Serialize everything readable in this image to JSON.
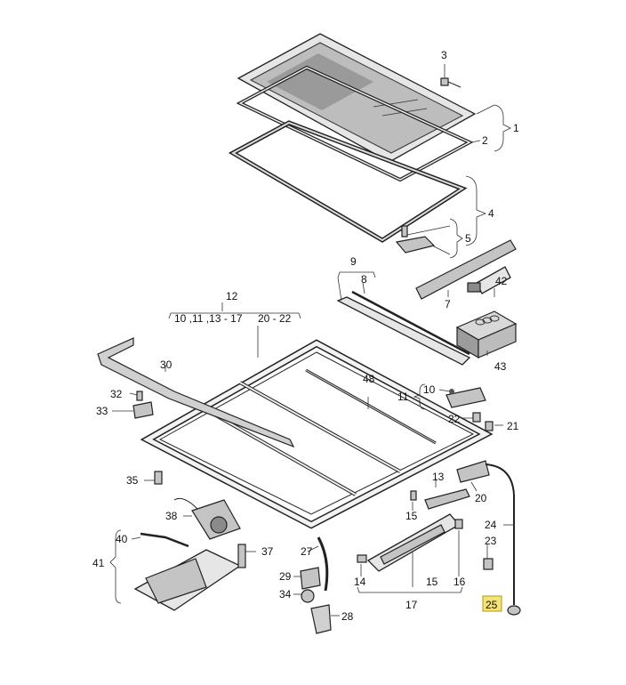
{
  "callouts": {
    "c1": "1",
    "c2": "2",
    "c3": "3",
    "c4": "4",
    "c5": "5",
    "c7": "7",
    "c8": "8",
    "c9": "9",
    "c10": "10",
    "c11": "11",
    "c12": "12",
    "c12_range": "10 ,11 ,13 - 17",
    "c12_range2": "20 - 22",
    "c13": "13",
    "c14": "14",
    "c15a": "15",
    "c15b": "15",
    "c16": "16",
    "c17": "17",
    "c20": "20",
    "c21": "21",
    "c22": "22",
    "c23": "23",
    "c24": "24",
    "c25": "25",
    "c27": "27",
    "c28": "28",
    "c29": "29",
    "c30": "30",
    "c32": "32",
    "c33": "33",
    "c34": "34",
    "c35": "35",
    "c37": "37",
    "c38": "38",
    "c40": "40",
    "c41": "41",
    "c42": "42",
    "c43": "43",
    "c48": "48"
  },
  "colors": {
    "highlight": "#f4e27a",
    "stroke": "#222222"
  }
}
